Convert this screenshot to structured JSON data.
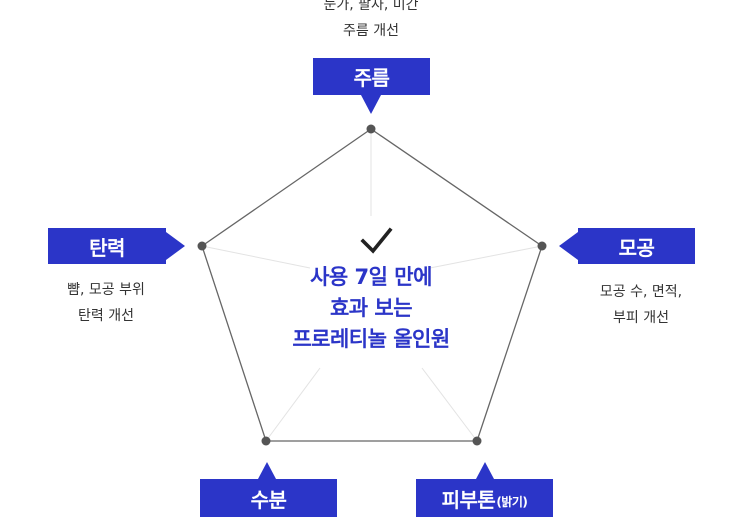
{
  "center": {
    "icon": "check-icon",
    "line1": "사용 7일 만에",
    "line2": "효과 보는",
    "line3": "프로레티놀 올인원"
  },
  "axes": {
    "top": {
      "label": "주름",
      "desc1": "눈가, 팔자, 미간",
      "desc2": "주름 개선"
    },
    "right": {
      "label": "모공",
      "desc1": "모공 수, 면적,",
      "desc2": "부피 개선"
    },
    "bottom_right": {
      "label": "피부톤",
      "label_small": "(밝기)"
    },
    "bottom_left": {
      "label": "수분"
    },
    "left": {
      "label": "탄력",
      "desc1": "뺨, 모공 부위",
      "desc2": "탄력 개선"
    }
  },
  "colors": {
    "accent": "#2b35c8",
    "line": "#666666",
    "dot": "#555555"
  }
}
